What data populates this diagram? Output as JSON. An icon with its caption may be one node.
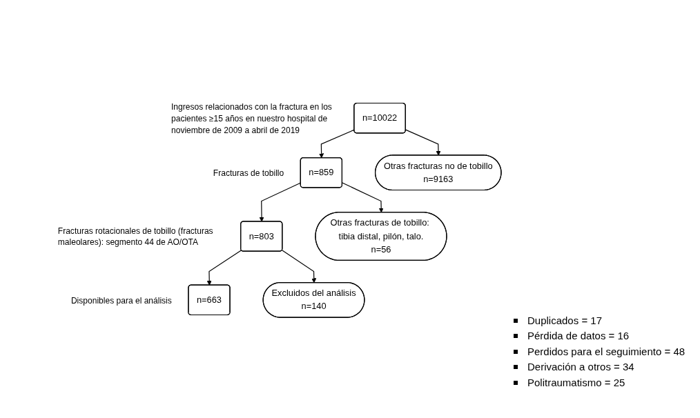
{
  "diagram": {
    "nodes": [
      {
        "text": [
          "n=10022"
        ],
        "beside": [
          "Ingresos relacionados con la fractura en los pacientes ≥15 años en nuestro hospital de noviembre de 2009 a abril de 2019"
        ]
      },
      {
        "text": [
          "Otras fracturas no de tobillo",
          "n=9163"
        ]
      },
      {
        "text": [
          "n=859"
        ],
        "beside": [
          "Fracturas de tobillo"
        ]
      },
      {
        "text": [
          "Otras fracturas de tobillo: tibia distal, pilón, talo.",
          "n=56"
        ]
      },
      {
        "text": [
          "n=803"
        ],
        "beside": [
          "Fracturas rotacionales de tobillo (fracturas maleolares): segmento 44 de AO/OTA"
        ]
      },
      {
        "text": [
          "Excluidos del análisis",
          "n=140"
        ]
      },
      {
        "text": [
          "n=663"
        ],
        "beside": [
          "Disponibles para el análisis"
        ]
      }
    ],
    "edges": [
      {
        "from": 0,
        "to": 2,
        "arrow": "to"
      },
      {
        "from": 0,
        "to": 1,
        "arrow": "to"
      },
      {
        "from": 2,
        "to": 4,
        "arrow": "to"
      },
      {
        "from": 2,
        "to": 3,
        "arrow": "to"
      },
      {
        "from": 4,
        "to": 6,
        "arrow": "to"
      },
      {
        "from": 4,
        "to": 5,
        "arrow": "to"
      }
    ],
    "labels": [
      "Duplicados = 17",
      "Pérdida de datos = 16",
      "Perdidos para el seguimiento = 48",
      "Derivación a otros = 34",
      "Politraumatismo = 25"
    ]
  }
}
